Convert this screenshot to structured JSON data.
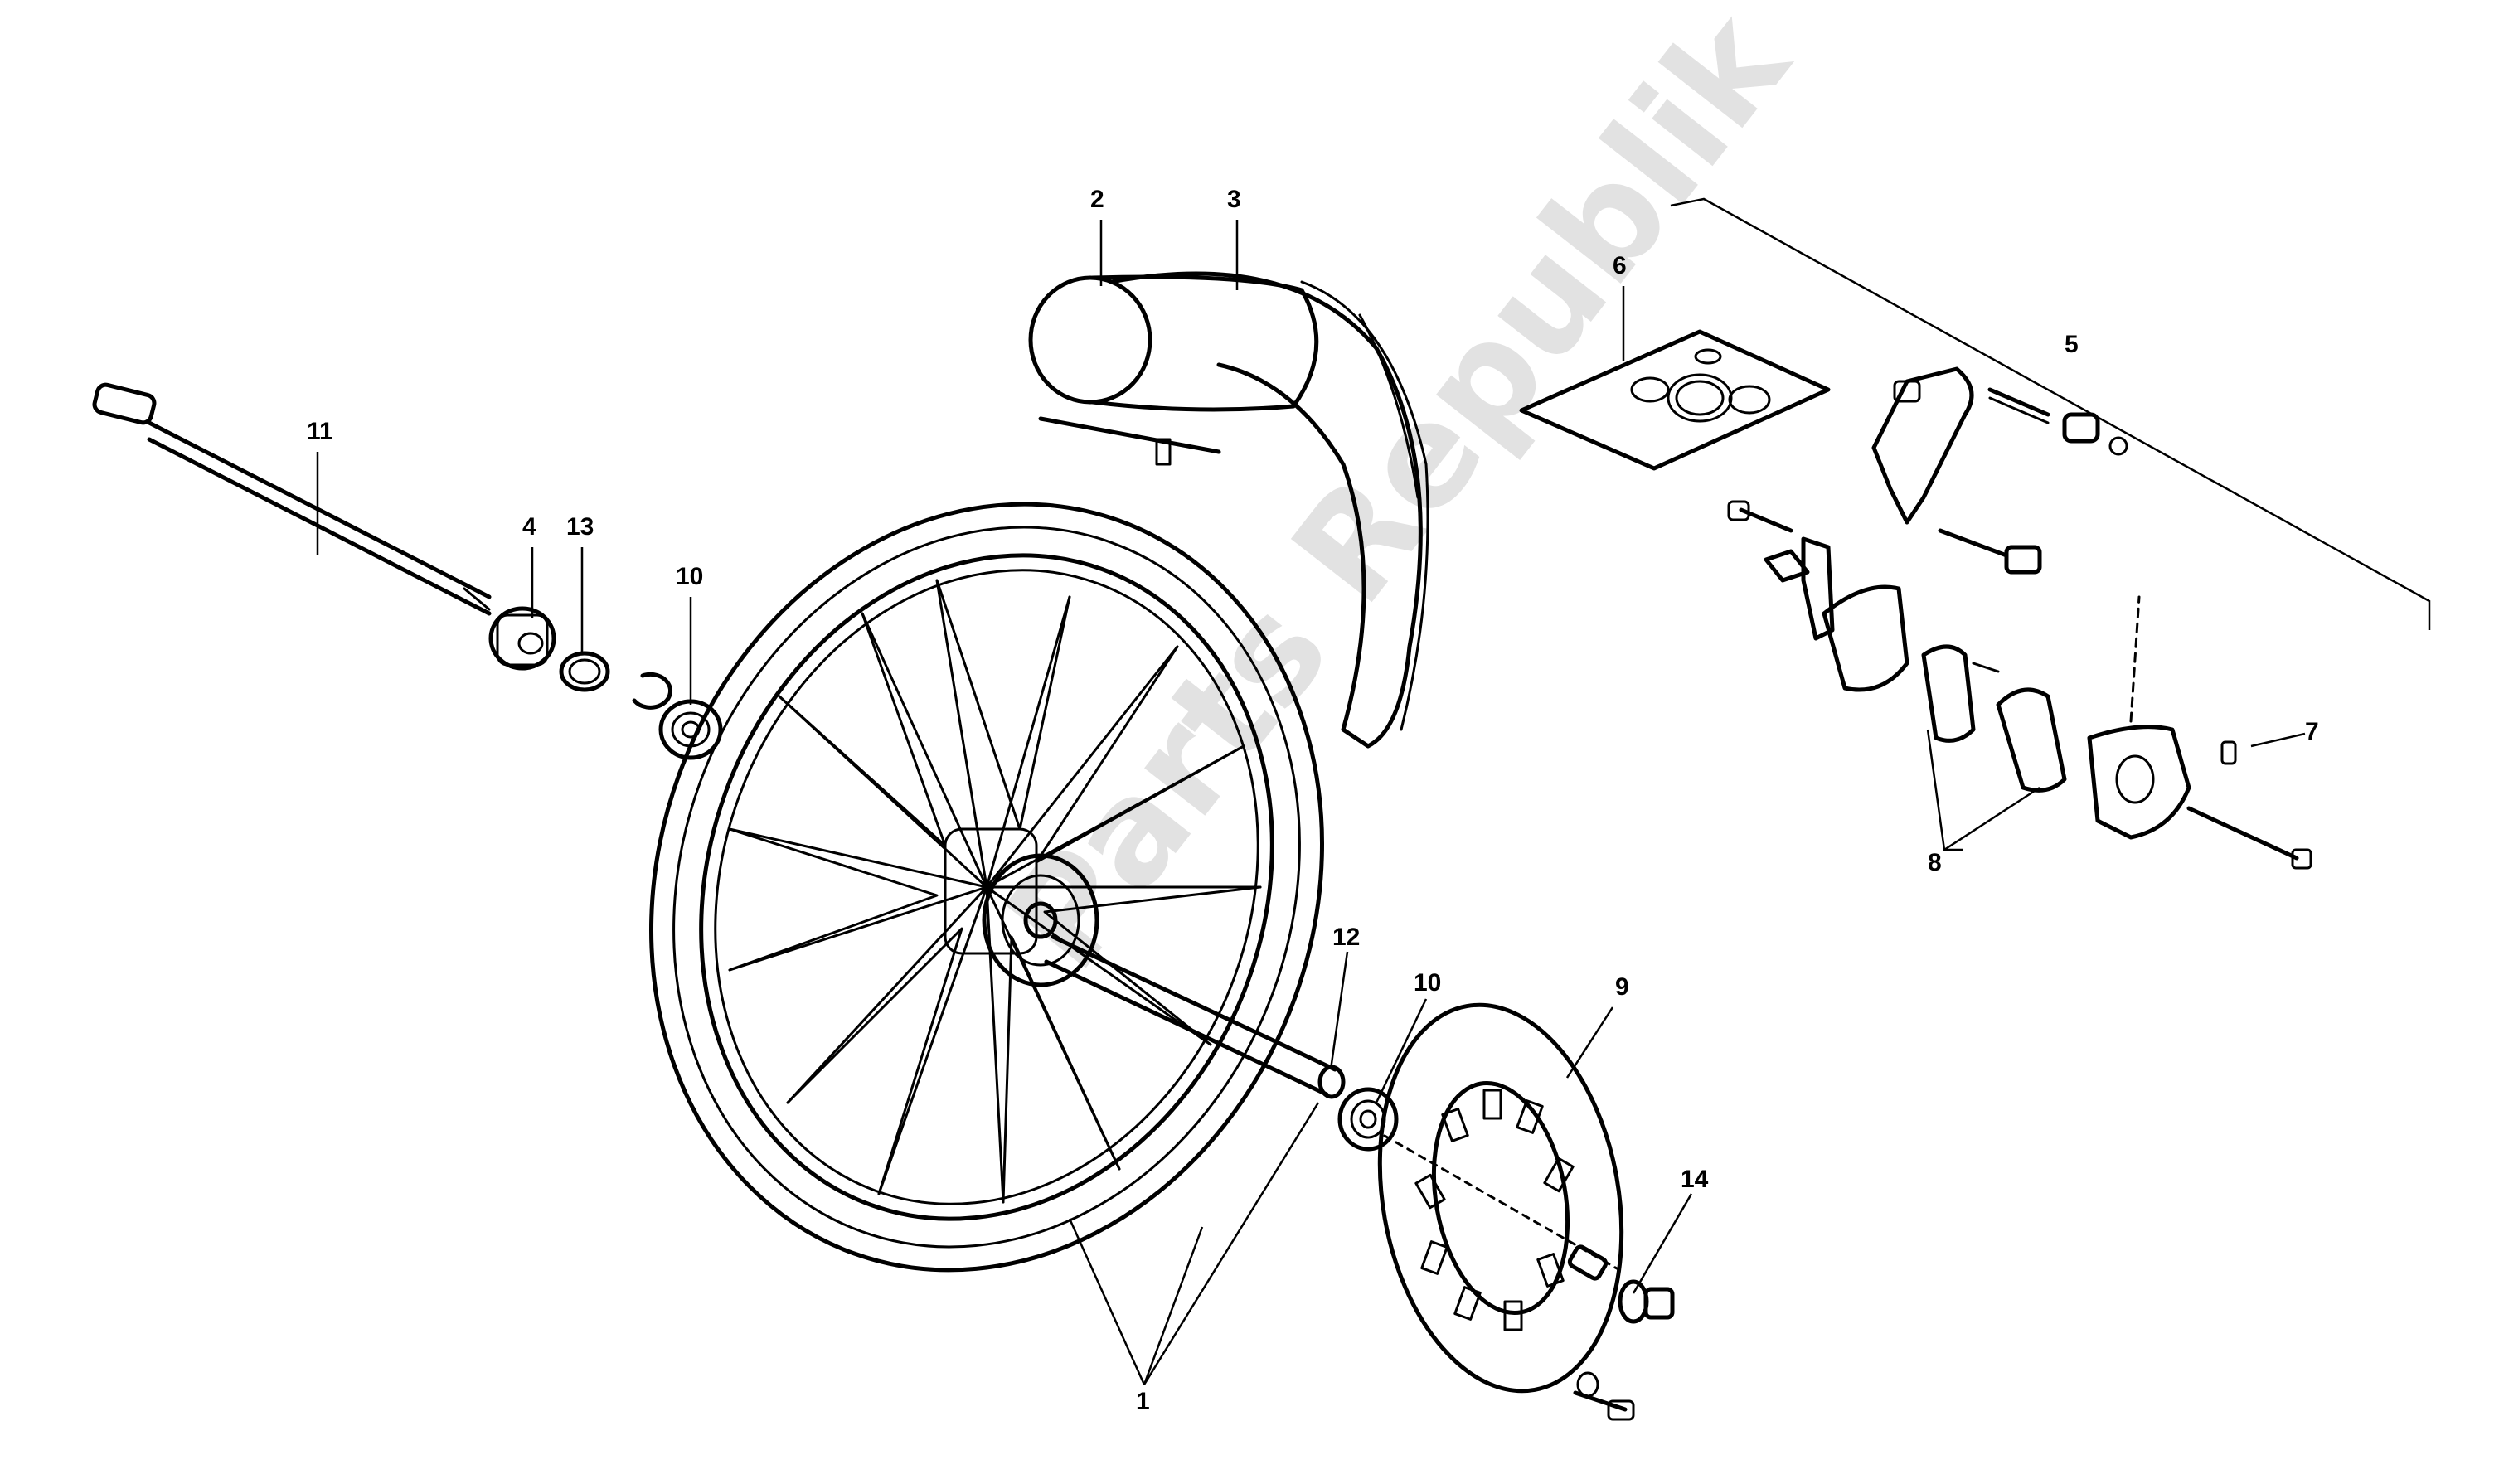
{
  "watermark": {
    "text": "Parts Republik",
    "color": "#cfcfcf"
  },
  "labels": {
    "l1": "1",
    "l2": "2",
    "l3": "3",
    "l4": "4",
    "l5": "5",
    "l6": "6",
    "l7": "7",
    "l8": "8",
    "l9": "9",
    "l10a": "10",
    "l10b": "10",
    "l11": "11",
    "l12": "12",
    "l13": "13",
    "l14": "14"
  }
}
